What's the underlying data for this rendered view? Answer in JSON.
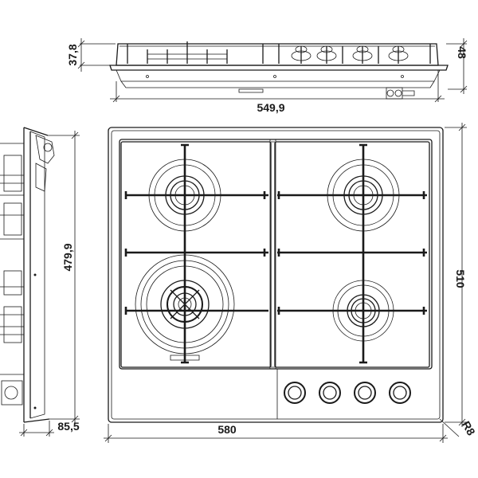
{
  "dimensions": {
    "top_height": "37,8",
    "top_total_height": "48",
    "top_width": "549,9",
    "side_depth": "479,9",
    "side_width": "85,5",
    "front_width": "580",
    "front_depth": "510",
    "corner_radius": "R8"
  }
}
